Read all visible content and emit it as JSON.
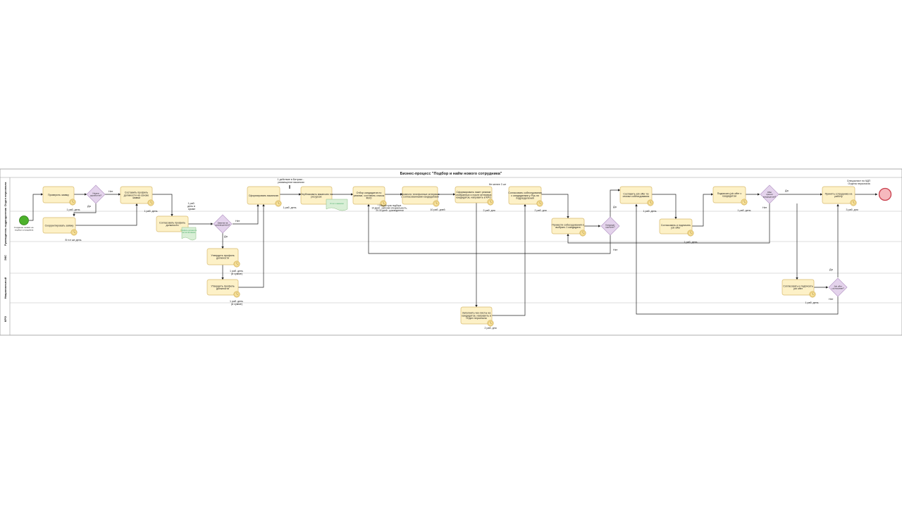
{
  "title": "Бизнес-процесс \"Подбор и найм нового сотрудника\"",
  "lanes": [
    {
      "label": "Отдел персонала"
    },
    {
      "label": "Руководитель подразделения"
    },
    {
      "label": "ЭКС"
    },
    {
      "label": "Национальный"
    },
    {
      "label": "КРО"
    }
  ],
  "events": {
    "start_label": "Создание заявки на подбор сотрудника"
  },
  "tasks": [
    {
      "id": "t1",
      "label": "Проверить заявку"
    },
    {
      "id": "t2",
      "label": "Скорректировать заявку"
    },
    {
      "id": "t3",
      "label": "Составить профиль должности на основе заявки"
    },
    {
      "id": "t4",
      "label": "Согласовать профиль должности"
    },
    {
      "id": "t5",
      "label": "Утвердить профиль должности"
    },
    {
      "id": "t6",
      "label": "Утвердить профиль должности"
    },
    {
      "id": "t7",
      "label": "Сформировать вакансию"
    },
    {
      "id": "t8",
      "label": "Опубликовать вакансию на ресурсах"
    },
    {
      "id": "t9",
      "label": "Отбор кандидатов по резюме, составить список ФИО"
    },
    {
      "id": "t10",
      "label": "Провести телефонные интервью с согласованными кандидатами"
    },
    {
      "id": "t11",
      "label": "Сформировать пакет резюме отобранных и после интервью кандидатов, направить в КРО"
    },
    {
      "id": "t12",
      "label": "Заполнить чек-листы на кандидатов, направить в Отдел персонала"
    },
    {
      "id": "t13",
      "label": "Согласовать собеседования с кандидатами у Рук-ля подразделения"
    },
    {
      "id": "t14",
      "label": "Провести собеседования и выбрать 1 кандидата"
    },
    {
      "id": "t15",
      "label": "Составить job offer по итогам собеседования"
    },
    {
      "id": "t16",
      "label": "Согласовать и подписать job offer"
    },
    {
      "id": "t17",
      "label": "Согласовать и подписать job offer"
    },
    {
      "id": "t18",
      "label": "Подписать job offer с кандидатом"
    },
    {
      "id": "t19",
      "label": "Принять сотрудника на работу"
    }
  ],
  "gateways": [
    {
      "id": "g1",
      "label": "Нужна доработка?"
    },
    {
      "id": "g2",
      "label": "Замена на руководителя?"
    },
    {
      "id": "g3",
      "label": "Кандидат одобрен?"
    },
    {
      "id": "g4",
      "label": "Offer принят кандидатом?"
    },
    {
      "id": "g5",
      "label": "Job offer согласован?"
    }
  ],
  "docs": [
    {
      "label": "Профиль должности на согласовании"
    },
    {
      "label": "Отчёт о вакансии"
    }
  ],
  "annotations": {
    "a_t1": "1 раб. день",
    "a_t2": "В тот же день",
    "a_t3": "1 раб. день",
    "a_t4": "1 раб. день в сумме",
    "a_t5": "1 раб. день (в сумме)",
    "a_t6": "1 раб. день (в сумме)",
    "a_t7": "1 действие в Битрикс - размещение вакансии",
    "a_t8": "1 раб. день",
    "a_t9": "* Общий срок подбора 10 дней - рабочая специальность, 20-30 дней - руководители",
    "a_t10": "10 раб. дней",
    "a_t11": "2 раб. дня",
    "a_t11b": "Не менее 3 шт",
    "a_t12": "2 раб. дня",
    "a_t13": "2 раб. дня",
    "a_t15": "1 раб. день",
    "a_t16": "1 раб. день",
    "a_t17": "1 раб. день",
    "a_t18": "1 раб. день",
    "a_t19": "3 раб. дня",
    "a_end": "Специалист по КДП Отдела персонала"
  },
  "flow_labels": {
    "yes": "Да",
    "no": "Нет"
  },
  "colors": {
    "task_fill": "#fdf1c7",
    "task_stroke": "#d7ba6e",
    "timer_fill": "#fbe6a2",
    "gateway_fill": "#e4d3ec",
    "gateway_stroke": "#b699c6",
    "start_fill": "#4cb12b",
    "end_fill": "#f6b8bd",
    "end_stroke": "#c8404d",
    "doc_fill": "#d9efd6",
    "lane_line": "#9a9a9a"
  }
}
